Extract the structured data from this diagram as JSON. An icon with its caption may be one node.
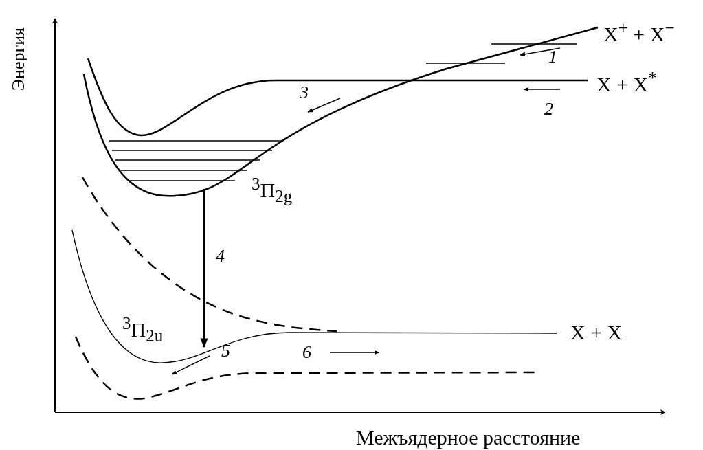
{
  "diagram": {
    "labels": [
      "X$^{+}$ + X$^{−}$",
      "1",
      "X + X$^{*}$",
      "3",
      "2",
      "Энергия",
      "$^{3}$Π$_{2g}$",
      "4",
      "$^{3}$Π$_{2u}$",
      "X + X",
      "5",
      "6",
      "Межъядерное расстояние"
    ]
  }
}
